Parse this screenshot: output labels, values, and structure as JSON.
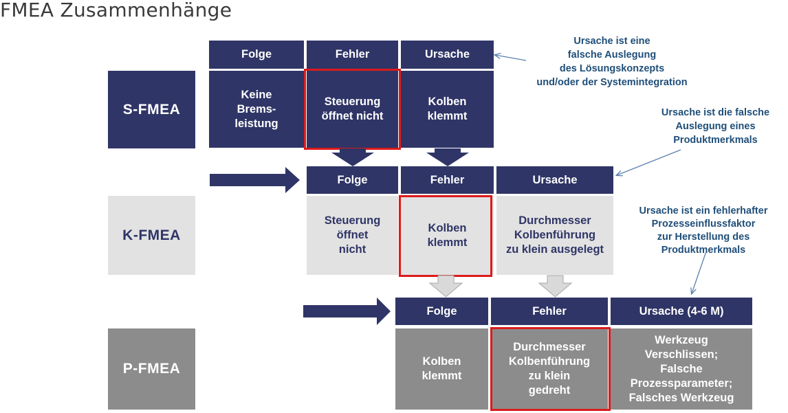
{
  "title": "FMEA Zusammenhänge",
  "colors": {
    "navy": "#2f3566",
    "light_gray": "#e2e2e2",
    "mid_gray": "#8c8c8c",
    "red": "#dd1a1a",
    "note_blue": "#1f4e79"
  },
  "s_fmea": {
    "label": "S-FMEA",
    "headers": [
      "Folge",
      "Fehler",
      "Ursache"
    ],
    "cells": [
      "Keine\nBrems-\nleistung",
      "Steuerung\nöffnet nicht",
      "Kolben\nklemmt"
    ]
  },
  "k_fmea": {
    "label": "K-FMEA",
    "headers": [
      "Folge",
      "Fehler",
      "Ursache"
    ],
    "cells": [
      "Steuerung\nöffnet\nnicht",
      "Kolben\nklemmt",
      "Durchmesser\nKolbenführung\nzu klein ausgelegt"
    ]
  },
  "p_fmea": {
    "label": "P-FMEA",
    "headers": [
      "Folge",
      "Fehler",
      "Ursache (4-6 M)"
    ],
    "cells": [
      "Kolben\nklemmt",
      "Durchmesser\nKolbenführung\nzu klein\ngedreht",
      "Werkzeug\nVerschlissen;\nFalsche\nProzessparameter;\nFalsches Werkzeug"
    ]
  },
  "notes": [
    "Ursache ist eine\nfalsche Auslegung\ndes Lösungskonzepts\nund/oder der Systemintegration",
    "Ursache ist die falsche\nAuslegung eines\nProduktmerkmals",
    "Ursache ist ein fehlerhafter\nProzesseinflussfaktor\nzur Herstellung des\nProduktmerkmals"
  ]
}
